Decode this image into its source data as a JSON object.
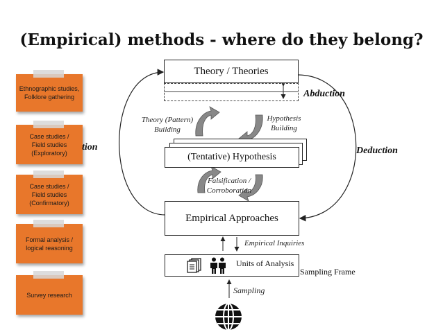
{
  "title": "(Empirical) methods - where do they belong?",
  "notes": [
    {
      "text": "Ethnographic studies, Folklore gathering"
    },
    {
      "text": "Case studies / Field studies (Exploratory)"
    },
    {
      "text": "Case studies / Field studies (Confirmatory)"
    },
    {
      "text": "Formal analysis / logical reasoning"
    },
    {
      "text": "Survey research"
    }
  ],
  "diagram": {
    "theory_box": "Theory / Theories",
    "hypothesis_box": "(Tentative) Hypothesis",
    "empirical_box": "Empirical Approaches",
    "units_box": "Units of Analysis",
    "abduction": "Abduction",
    "deduction": "Deduction",
    "induction_partial": "tion",
    "theory_building": "Theory (Pattern) Building",
    "hypothesis_building": "Hypothesis Building",
    "falsification": "Falsification / Corroboration",
    "empirical_inquiries": "Empirical Inquiries",
    "sampling_frame": "Sampling Frame",
    "sampling": "Sampling"
  },
  "icons": {
    "documents": "documents-icon",
    "people": "people-icon",
    "globe": "globe-icon",
    "cycle": "cycle-arrows-icon"
  },
  "colors": {
    "note": "#e8772b"
  }
}
